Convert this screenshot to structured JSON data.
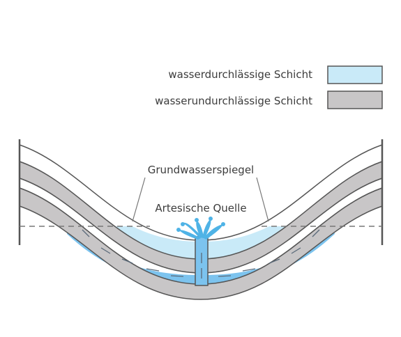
{
  "legend": {
    "items": [
      {
        "label": "wasserdurchlässige Schicht",
        "color": "#c9eaf8"
      },
      {
        "label": "wasserundurchlässige Schicht",
        "color": "#c8c6c7"
      }
    ]
  },
  "labels": {
    "water_table": "Grundwasserspiegel",
    "artesian_spring": "Artesische Quelle"
  },
  "colors": {
    "aquifer_light": "#c9eaf8",
    "aquifer_confined": "#7cc3ee",
    "impermeable": "#c8c6c7",
    "outline": "#555555",
    "water_table_line": "#777777",
    "flow_arrows": "#5a6a7a",
    "spring_water": "#4fb3e6"
  },
  "icons": {
    "flow_arrow": "arrow-icon",
    "spring": "fountain-icon"
  }
}
